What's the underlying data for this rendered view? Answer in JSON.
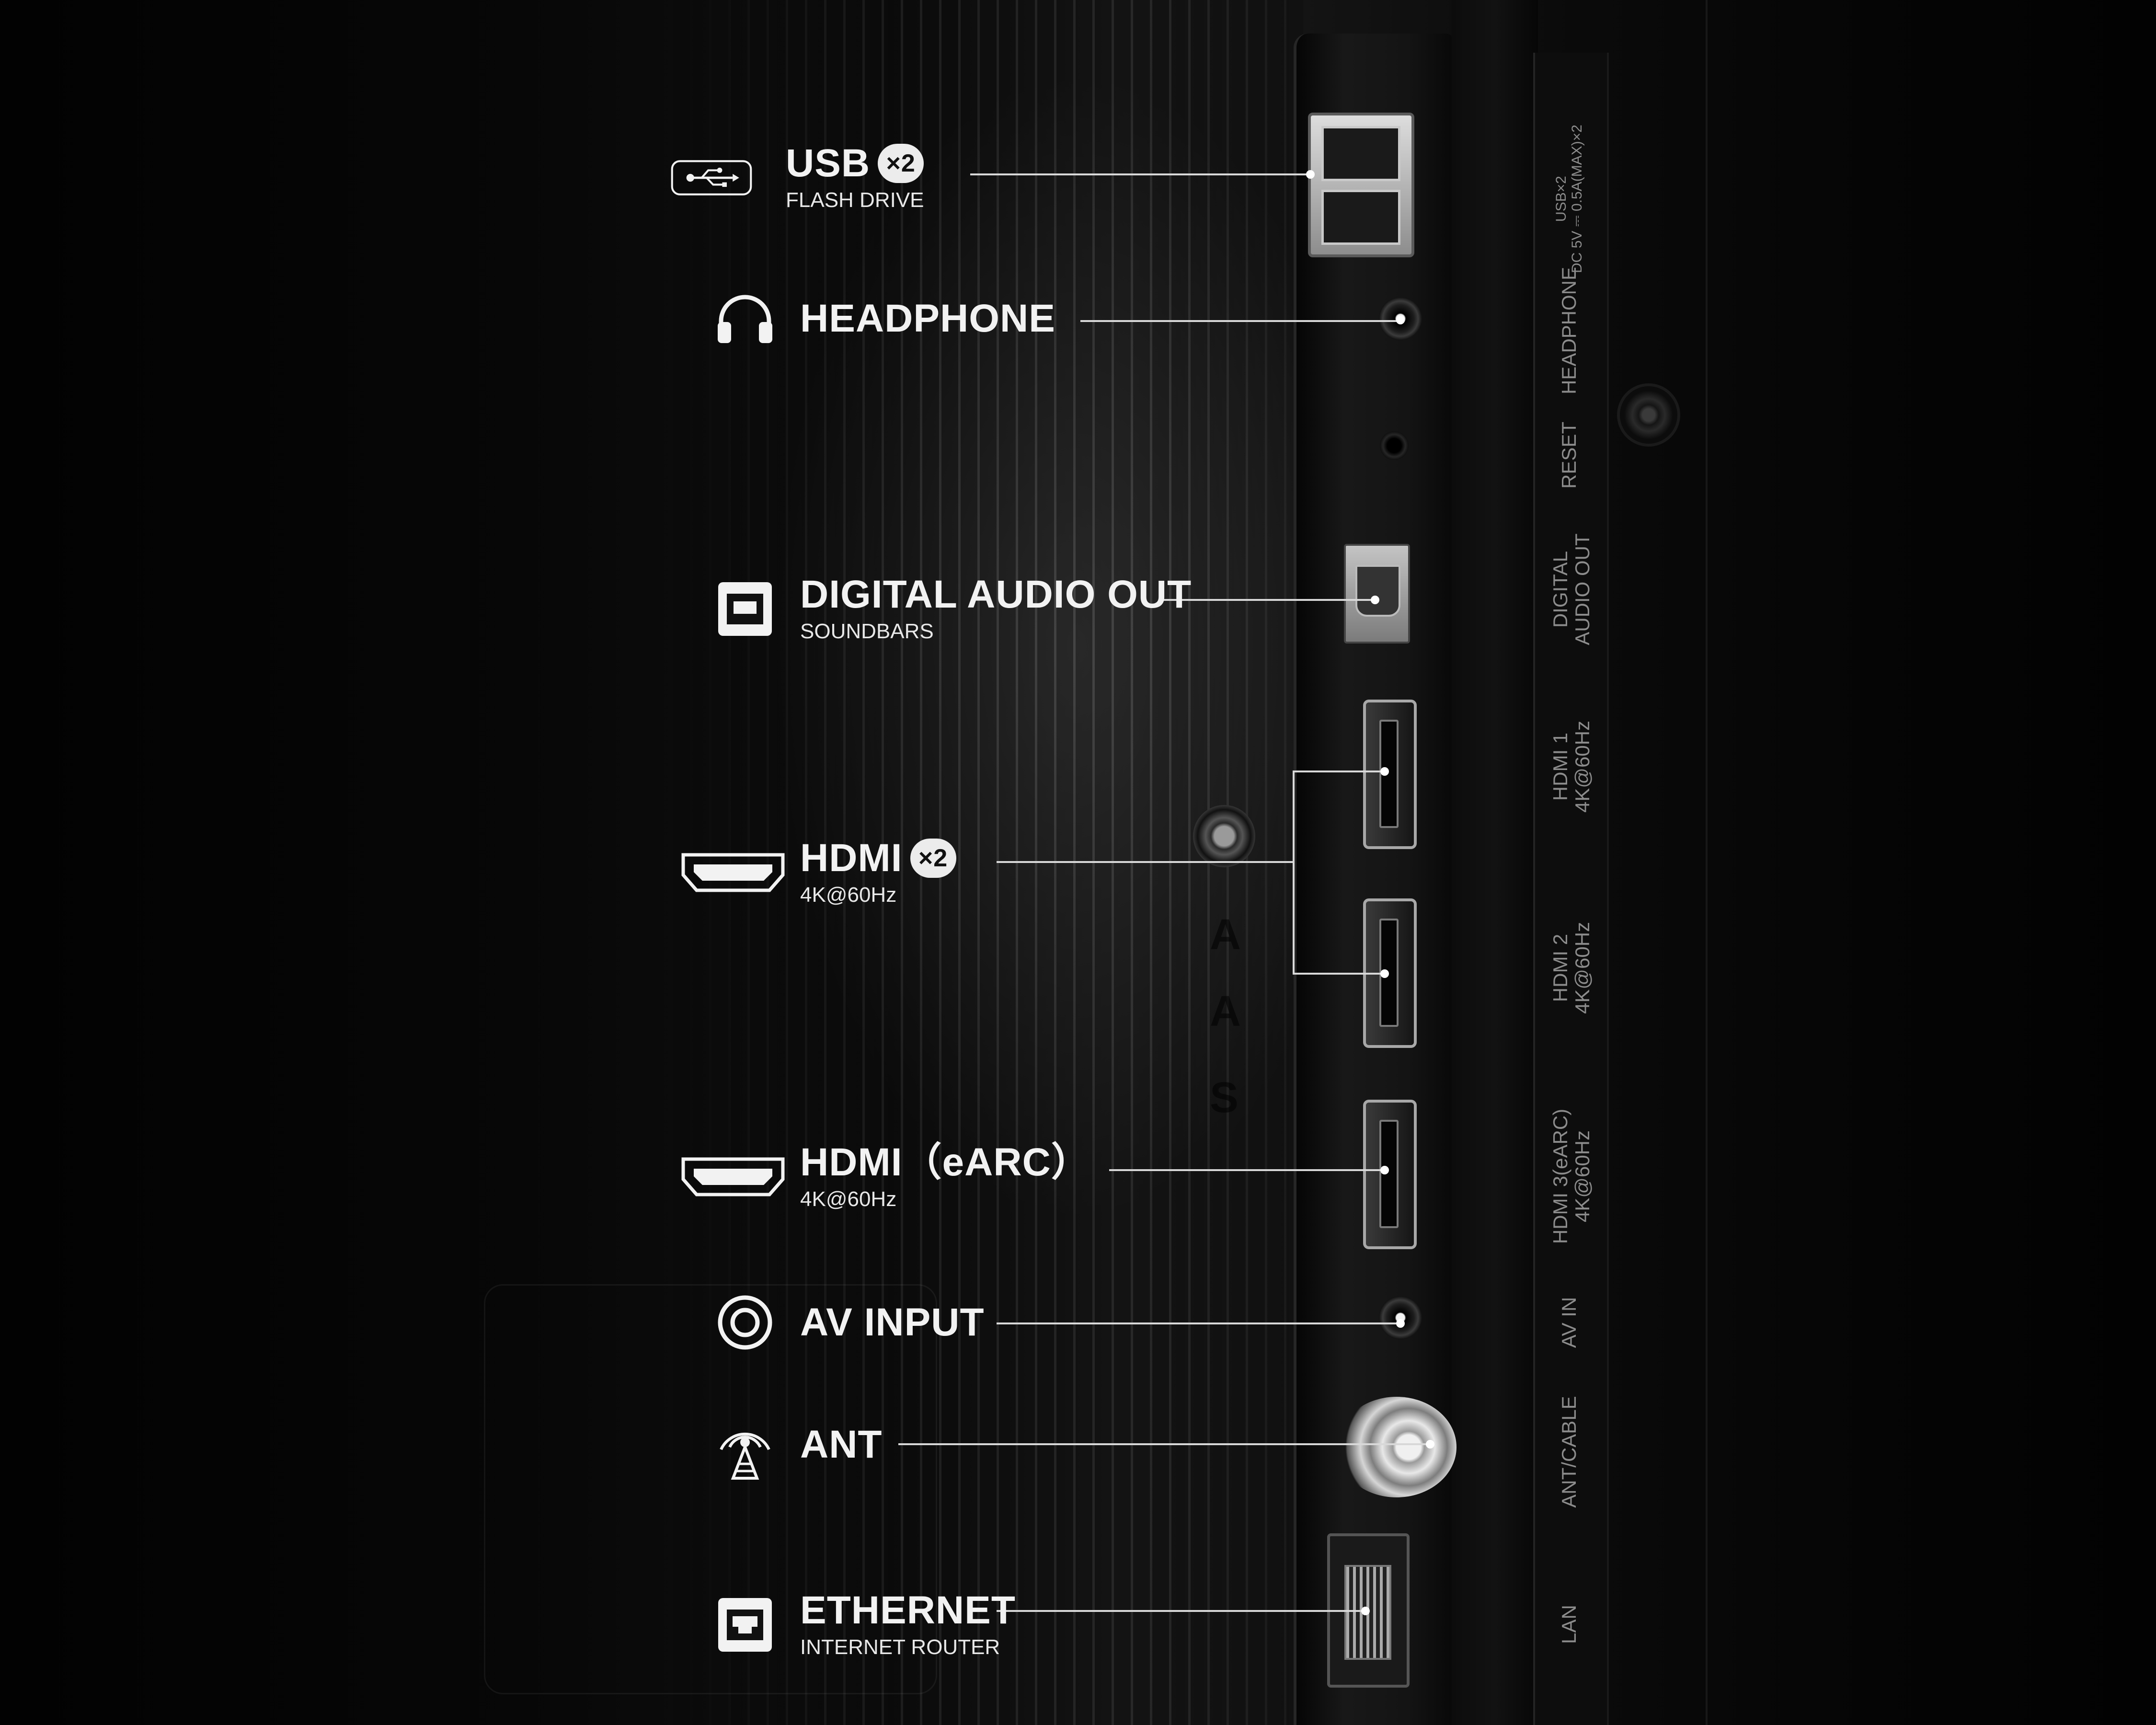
{
  "callouts": {
    "usb": {
      "title": "USB",
      "badge": "×2",
      "subtitle": "FLASH DRIVE",
      "icon": "usb-symbol-icon"
    },
    "headphone": {
      "title": "HEADPHONE",
      "icon": "headphone-icon"
    },
    "digital_audio": {
      "title": "DIGITAL AUDIO OUT",
      "subtitle": "SOUNDBARS",
      "icon": "optical-port-icon"
    },
    "hdmi": {
      "title": "HDMI",
      "badge": "×2",
      "subtitle": "4K@60Hz",
      "icon": "hdmi-port-icon"
    },
    "hdmi_earc": {
      "title": "HDMI（eARC）",
      "subtitle": "4K@60Hz",
      "icon": "hdmi-port-icon"
    },
    "av_input": {
      "title": "AV INPUT",
      "icon": "av-jack-icon"
    },
    "ant": {
      "title": "ANT",
      "icon": "antenna-icon"
    },
    "ethernet": {
      "title": "ETHERNET",
      "subtitle": "INTERNET ROUTER",
      "icon": "ethernet-port-icon"
    }
  },
  "panel_labels": {
    "usb": "USB×2\nDC 5V ⎓ 0.5A(MAX)×2",
    "headphone": "HEADPHONE",
    "reset": "RESET",
    "digital_audio": "DIGITAL\nAUDIO OUT",
    "hdmi1": "HDMI 1\n4K@60Hz",
    "hdmi2": "HDMI 2\n4K@60Hz",
    "hdmi3": "HDMI 3(eARC)\n4K@60Hz",
    "av_in": "AV IN",
    "ant_cable": "ANT/CABLE",
    "lan": "LAN"
  },
  "colors": {
    "background": "#000000",
    "text": "#f2f2f2",
    "leader_line": "#d8d8d8",
    "panel_label": "#8c8c8c"
  }
}
